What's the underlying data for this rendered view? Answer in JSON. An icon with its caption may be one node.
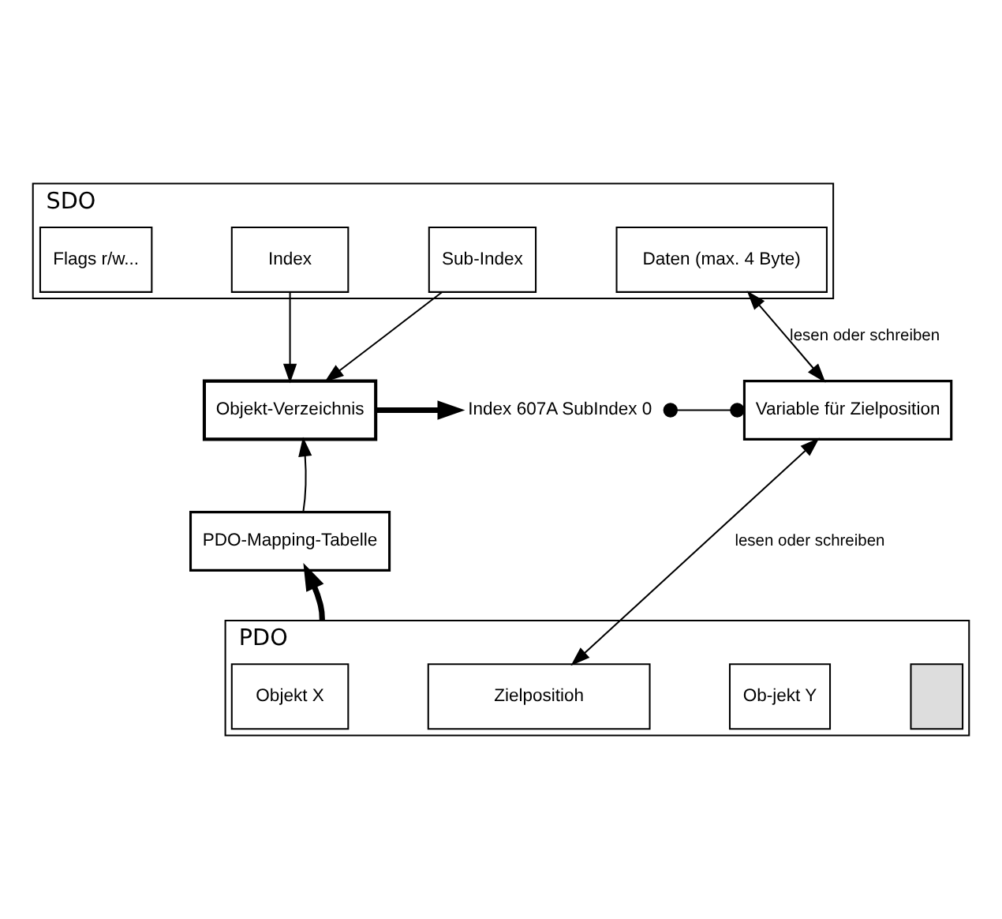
{
  "diagram": {
    "nodes": [
      {
        "text": [
          "SDO"
        ]
      },
      {
        "text": [
          "Flags r/w..."
        ],
        "in": 0
      },
      {
        "text": [
          "Index"
        ],
        "in": 0
      },
      {
        "text": [
          "Sub-Index"
        ],
        "in": 0
      },
      {
        "text": [
          "Daten (max. 4 Byte)"
        ],
        "in": 0
      },
      {
        "text": [
          "Objekt-Verzeichnis"
        ]
      },
      {
        "text": [
          "Index 607A SubIndex 0"
        ]
      },
      {
        "text": [
          "Variable für Zielposition"
        ]
      },
      {
        "text": [
          "PDO-Mapping-Tabelle"
        ]
      },
      {
        "text": [
          "PDO"
        ]
      },
      {
        "text": [
          "Objekt X"
        ],
        "in": 9
      },
      {
        "text": [
          "Zielpositioh"
        ],
        "in": 9
      },
      {
        "text": [
          "Ob-jekt Y"
        ],
        "in": 9
      },
      {
        "text": [],
        "shape": "box",
        "in": 9
      }
    ],
    "edges": [
      {
        "from": 2,
        "to": 5,
        "arrow": "to"
      },
      {
        "from": 3,
        "to": 5,
        "arrow": "to"
      },
      {
        "from": 4,
        "to": 7,
        "arrow": "both",
        "label": "lesen oder schreiben"
      },
      {
        "from": 5,
        "to": 6,
        "arrow": "to",
        "style": "thick"
      },
      {
        "from": 6,
        "to": 7,
        "arrow": "other"
      },
      {
        "from": 8,
        "to": 5,
        "arrow": "to"
      },
      {
        "from": 9,
        "to": 8,
        "arrow": "to",
        "style": "thick"
      },
      {
        "from": 7,
        "to": 11,
        "arrow": "both",
        "label": "lesen oder schreiben"
      }
    ]
  }
}
